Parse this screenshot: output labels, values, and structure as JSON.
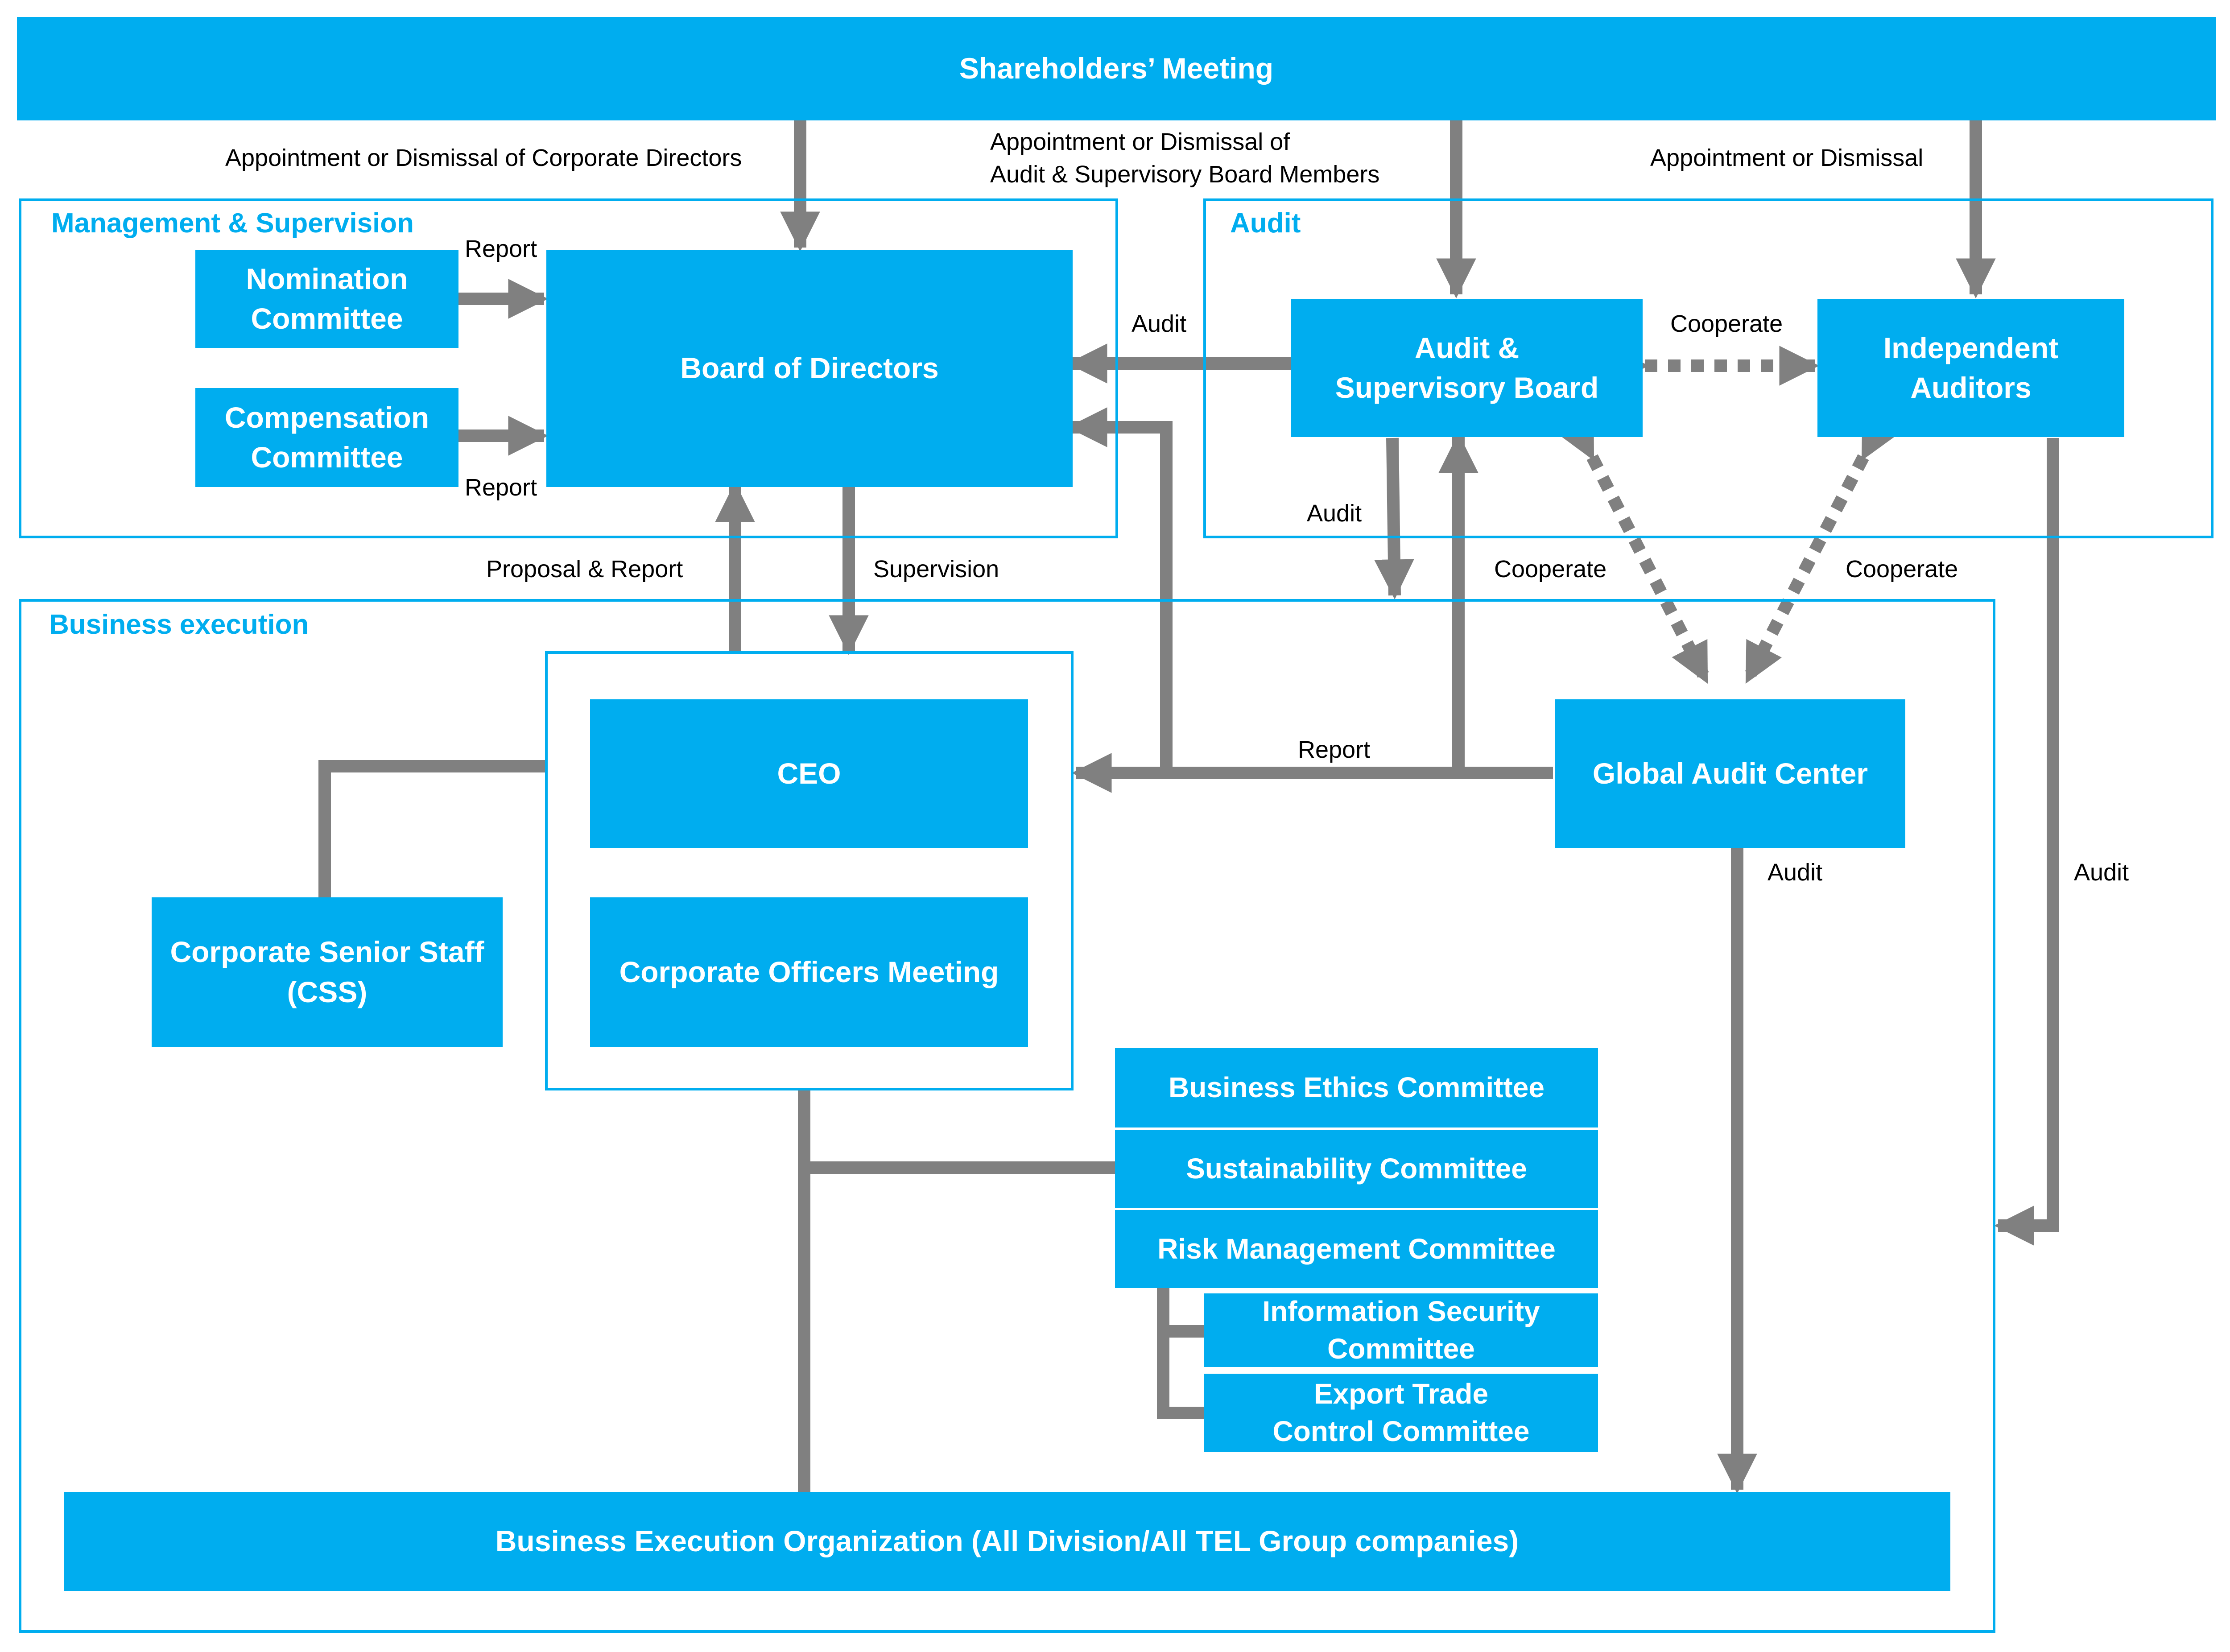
{
  "colors": {
    "box_fill": "#00adef",
    "frame": "#00adef",
    "connector": "#808080",
    "box_text": "#ffffff",
    "label_text": "#000000"
  },
  "sections": {
    "management": "Management & Supervision",
    "audit": "Audit",
    "business": "Business execution"
  },
  "nodes": {
    "shareholders": "Shareholders’ Meeting",
    "nomination": "Nomination\nCommittee",
    "compensation": "Compensation\nCommittee",
    "board": "Board of Directors",
    "asb": "Audit &\nSupervisory Board",
    "independent_auditors": "Independent\nAuditors",
    "ceo": "CEO",
    "officers_meeting": "Corporate Officers Meeting",
    "css": "Corporate Senior Staff\n(CSS)",
    "global_audit": "Global Audit Center",
    "ethics": "Business Ethics Committee",
    "sustainability": "Sustainability Committee",
    "risk": "Risk Management Committee",
    "info_security": "Information Security\nCommittee",
    "export_trade": "Export Trade\nControl Committee",
    "business_org": "Business Execution Organization (All Division/All TEL Group companies)"
  },
  "edge_labels": {
    "appoint_directors": "Appointment or Dismissal of Corporate Directors",
    "appoint_asb": "Appointment or Dismissal of\nAudit & Supervisory Board Members",
    "appoint_auditors": "Appointment or Dismissal",
    "report_nomination": "Report",
    "report_compensation": "Report",
    "audit_asb_board": "Audit",
    "cooperate_asb_auditors": "Cooperate",
    "audit_asb_down": "Audit",
    "cooperate_asb_gac": "Cooperate",
    "cooperate_auditors_gac": "Cooperate",
    "proposal_report": "Proposal & Report",
    "supervision": "Supervision",
    "report_gac": "Report",
    "audit_gac": "Audit",
    "audit_auditors": "Audit"
  }
}
